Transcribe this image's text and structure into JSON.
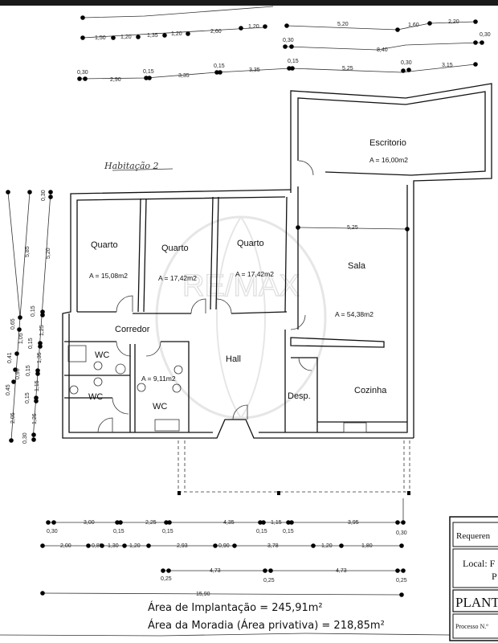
{
  "plan": {
    "handwritten_label": "Habitação 2",
    "watermark": "RE/MAX",
    "rooms": {
      "escritorio": {
        "name": "Escritorio",
        "area": "A = 16,00m2"
      },
      "quarto1": {
        "name": "Quarto",
        "area": "A = 15,08m2"
      },
      "quarto2": {
        "name": "Quarto",
        "area": "A = 17,42m2"
      },
      "quarto3": {
        "name": "Quarto",
        "area": "A = 17,42m2"
      },
      "sala": {
        "name": "Sala",
        "area": "A = 54,38m2",
        "width_dim": "5,25"
      },
      "corredor": {
        "name": "Corredor"
      },
      "wc1": {
        "name": "WC"
      },
      "wc2": {
        "name": "WC"
      },
      "wc3": {
        "name": "WC",
        "area": "A = 9,11m2"
      },
      "hall": {
        "name": "Hall"
      },
      "desp": {
        "name": "Desp."
      },
      "cozinha": {
        "name": "Cozinha"
      }
    }
  },
  "dims_top": {
    "row1": [
      "1,50",
      "1,20",
      "1,35",
      "1,20",
      "2,60",
      "1,20"
    ],
    "row_right": [
      "5,20",
      "1,60",
      "2,20"
    ],
    "row_840": {
      "left": "0,30",
      "mid": "8,40",
      "right": "0,30"
    },
    "row3": [
      "0,30",
      "2,90",
      "0,15",
      "3,35",
      "0,15",
      "3,35",
      "0,15",
      "5,25",
      "0,30",
      "3,15"
    ]
  },
  "dims_left": {
    "col1": [
      "5,85",
      "0,65",
      "1,05",
      "0,41",
      "0,90",
      "0,45",
      "2,05"
    ],
    "col2": [
      "0,30",
      "5,20",
      "0,15",
      "1,25",
      "0,15",
      "1,35",
      "0,15",
      "1,15",
      "0,15",
      "1,26",
      "0,30"
    ]
  },
  "dims_bottom": {
    "row1": {
      "spans": [
        "3,00",
        "2,25",
        "4,35",
        "1,15",
        "3,95"
      ],
      "walls": [
        "0,30",
        "0,15",
        "0,15",
        "0,15",
        "0,15",
        "0,30"
      ]
    },
    "row2": [
      "2,00",
      "0,80",
      "1,30",
      "1,20",
      "2,93",
      "0,90",
      "3,78",
      "1,20",
      "1,80"
    ],
    "row3": {
      "spans": [
        "4,73",
        "4,73"
      ],
      "walls": [
        "0,25",
        "0,25",
        "0,25"
      ]
    },
    "total": "15,90"
  },
  "summary": {
    "implantacao": "Área de Implantação = 245,91m²",
    "moradia": "Área da Moradia (Área privativa) = 218,85m²"
  },
  "title_block": {
    "requerente": "Requeren",
    "local": "Local:  F",
    "local2": "P",
    "planta": "PLANT",
    "processo": "Processo N.º"
  }
}
